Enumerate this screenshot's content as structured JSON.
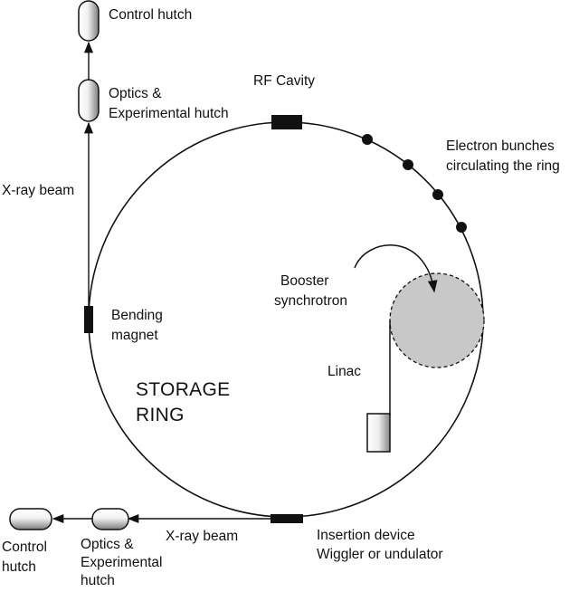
{
  "labels": {
    "control_hutch_top": "Control hutch",
    "optics_top_line1": "Optics &",
    "optics_top_line2": "Experimental hutch",
    "xray_beam_left": "X-ray beam",
    "rf_cavity": "RF Cavity",
    "electron_bunches_line1": "Electron bunches",
    "electron_bunches_line2": "circulating the ring",
    "booster_line1": "Booster",
    "booster_line2": "synchrotron",
    "bending_magnet_line1": "Bending",
    "bending_magnet_line2": "magnet",
    "linac": "Linac",
    "storage_ring_line1": "STORAGE",
    "storage_ring_line2": "RING",
    "control_hutch_bottom_line1": "Control",
    "control_hutch_bottom_line2": "hutch",
    "optics_bottom_line1": "Optics &",
    "optics_bottom_line2": "Experimental",
    "optics_bottom_line3": "hutch",
    "xray_beam_bottom": "X-ray beam",
    "insertion_line1": "Insertion device",
    "insertion_line2": "Wiggler or undulator"
  },
  "colors": {
    "line": "#111111",
    "booster_fill": "#c8c8c8",
    "hutch_light": "#ffffff",
    "hutch_dark": "#8a8a8a"
  }
}
